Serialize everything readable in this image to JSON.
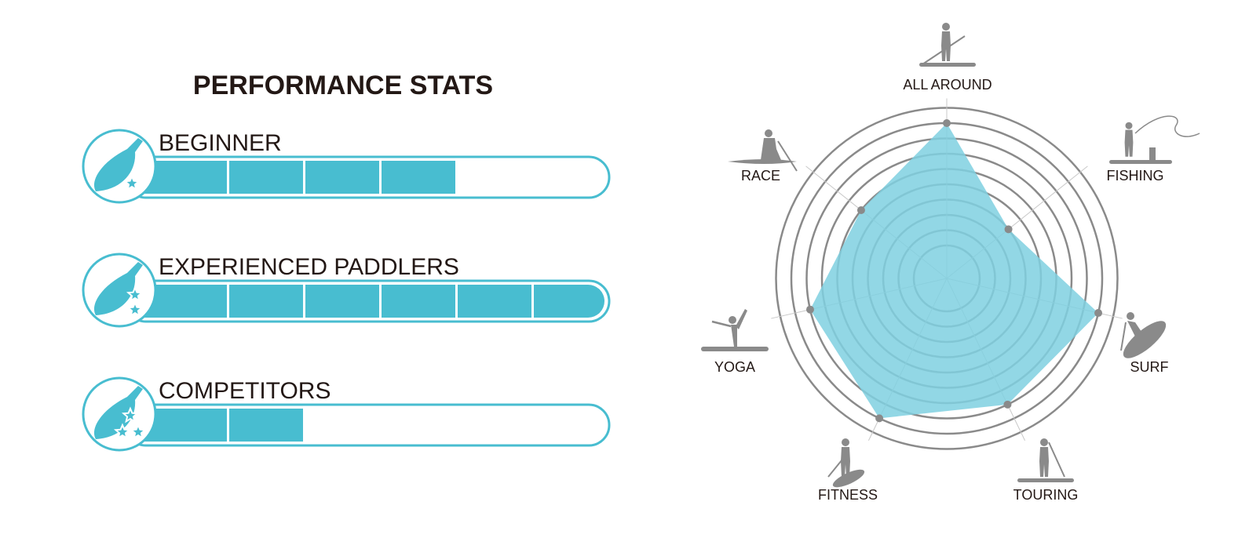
{
  "title": "PERFORMANCE STATS",
  "colors": {
    "accent": "#48bdd0",
    "radar_fill": "#7fd0e0",
    "grid": "#8a8a8a",
    "icon": "#8a8a8a",
    "text": "#231815"
  },
  "levels": [
    {
      "label": "BEGINNER",
      "filled_segments": 4,
      "total_segments": 6,
      "stars": 1,
      "icon": "paddle-one-star-icon"
    },
    {
      "label": "EXPERIENCED PADDLERS",
      "filled_segments": 6,
      "total_segments": 6,
      "stars": 2,
      "icon": "paddle-two-stars-icon"
    },
    {
      "label": "COMPETITORS",
      "filled_segments": 2,
      "total_segments": 6,
      "stars": 3,
      "icon": "paddle-three-stars-icon"
    }
  ],
  "chart_data": {
    "type": "radar",
    "scale_max": 10,
    "rings": 10,
    "grid": true,
    "categories": [
      "ALL AROUND",
      "FISHING",
      "SURF",
      "TOURING",
      "FITNESS",
      "YOGA",
      "RACE"
    ],
    "icons": [
      "all-around-sup-icon",
      "fishing-sup-icon",
      "surf-sup-icon",
      "touring-sup-icon",
      "fitness-sup-icon",
      "yoga-sup-icon",
      "race-sup-icon"
    ],
    "values": [
      9,
      4,
      9,
      8,
      9,
      8,
      6
    ]
  }
}
